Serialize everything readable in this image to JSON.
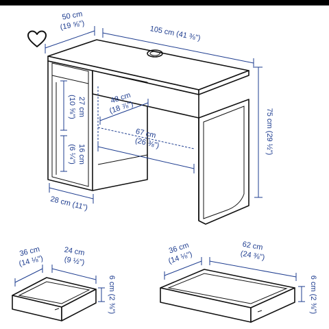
{
  "labels": {
    "desk_depth": "50 cm",
    "desk_depth_in": "(19 ⅝\")",
    "desk_width": "105 cm (41 ⅜\")",
    "desk_height": "75 cm (29 ½\")",
    "shelf_depth": "48 cm",
    "shelf_depth_in": "(18 ⅞\")",
    "under_width": "67 cm",
    "under_width_in": "(26 ⅜\")",
    "drawer_upper": "27 cm",
    "drawer_upper_in": "(10 ⅝\")",
    "drawer_lower": "16 cm",
    "drawer_lower_in": "(6 ¼\")",
    "side_depth": "28 cm (11\")",
    "small_drawer_w": "36 cm",
    "small_drawer_w_in": "(14 ⅛\")",
    "small_drawer_d": "24 cm",
    "small_drawer_d_in": "(9 ½\")",
    "small_drawer_h": "6 cm (2 ⅜\")",
    "big_drawer_w": "36 cm",
    "big_drawer_w_in": "(14 ⅛\")",
    "big_drawer_d": "62 cm",
    "big_drawer_d_in": "(24 ⅜\")",
    "big_drawer_h": "6 cm (2 ⅜\")"
  },
  "icons": {
    "favorite": "heart-outline-icon"
  },
  "colors": {
    "dimension": "#1d3c8f",
    "outline": "#111111"
  }
}
